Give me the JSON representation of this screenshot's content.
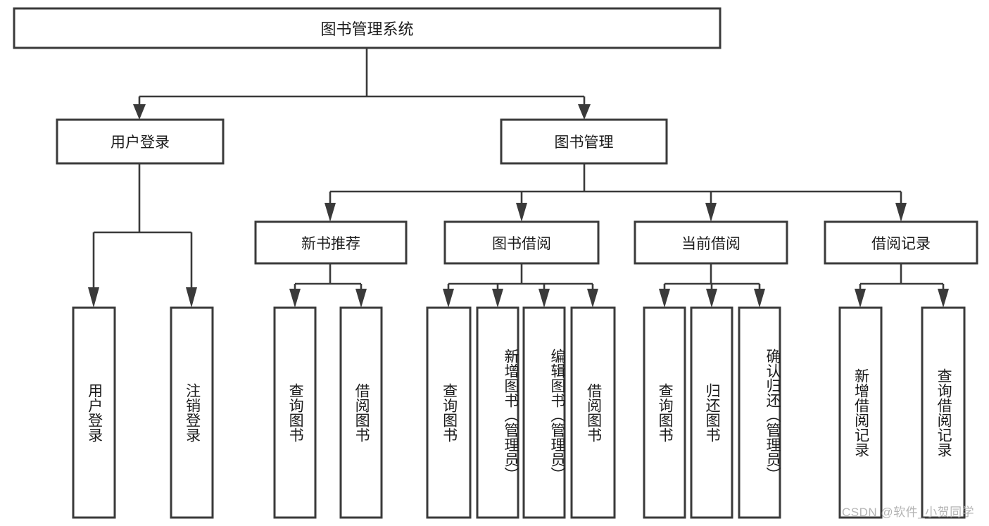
{
  "diagram": {
    "title": "图书管理系统",
    "type": "hierarchy-tree",
    "orientation": "top-down",
    "colors": {
      "box_stroke": "#3a3a3a",
      "box_fill": "#ffffff",
      "connector": "#3a3a3a",
      "text": "#1b1b1b",
      "watermark": "#b4b4b4",
      "background": "#ffffff"
    },
    "root": {
      "label": "图书管理系统"
    },
    "level2": [
      {
        "label": "用户登录"
      },
      {
        "label": "图书管理"
      }
    ],
    "level3": [
      {
        "label": "新书推荐"
      },
      {
        "label": "图书借阅"
      },
      {
        "label": "当前借阅"
      },
      {
        "label": "借阅记录"
      }
    ],
    "leaves": {
      "user_login": [
        {
          "label": "用户登录"
        },
        {
          "label": "注销登录"
        }
      ],
      "new_book_recommend": [
        {
          "label": "查询图书"
        },
        {
          "label": "借阅图书"
        }
      ],
      "book_borrow": [
        {
          "label": "查询图书"
        },
        {
          "label": "新增图书（管理员）"
        },
        {
          "label": "编辑图书（管理员）"
        },
        {
          "label": "借阅图书"
        }
      ],
      "current_borrow": [
        {
          "label": "查询图书"
        },
        {
          "label": "归还图书"
        },
        {
          "label": "确认归还（管理员）"
        }
      ],
      "borrow_record": [
        {
          "label": "新增借阅记录"
        },
        {
          "label": "查询借阅记录"
        }
      ]
    }
  },
  "watermark": {
    "text": "CSDN @软件_小贺同学"
  }
}
